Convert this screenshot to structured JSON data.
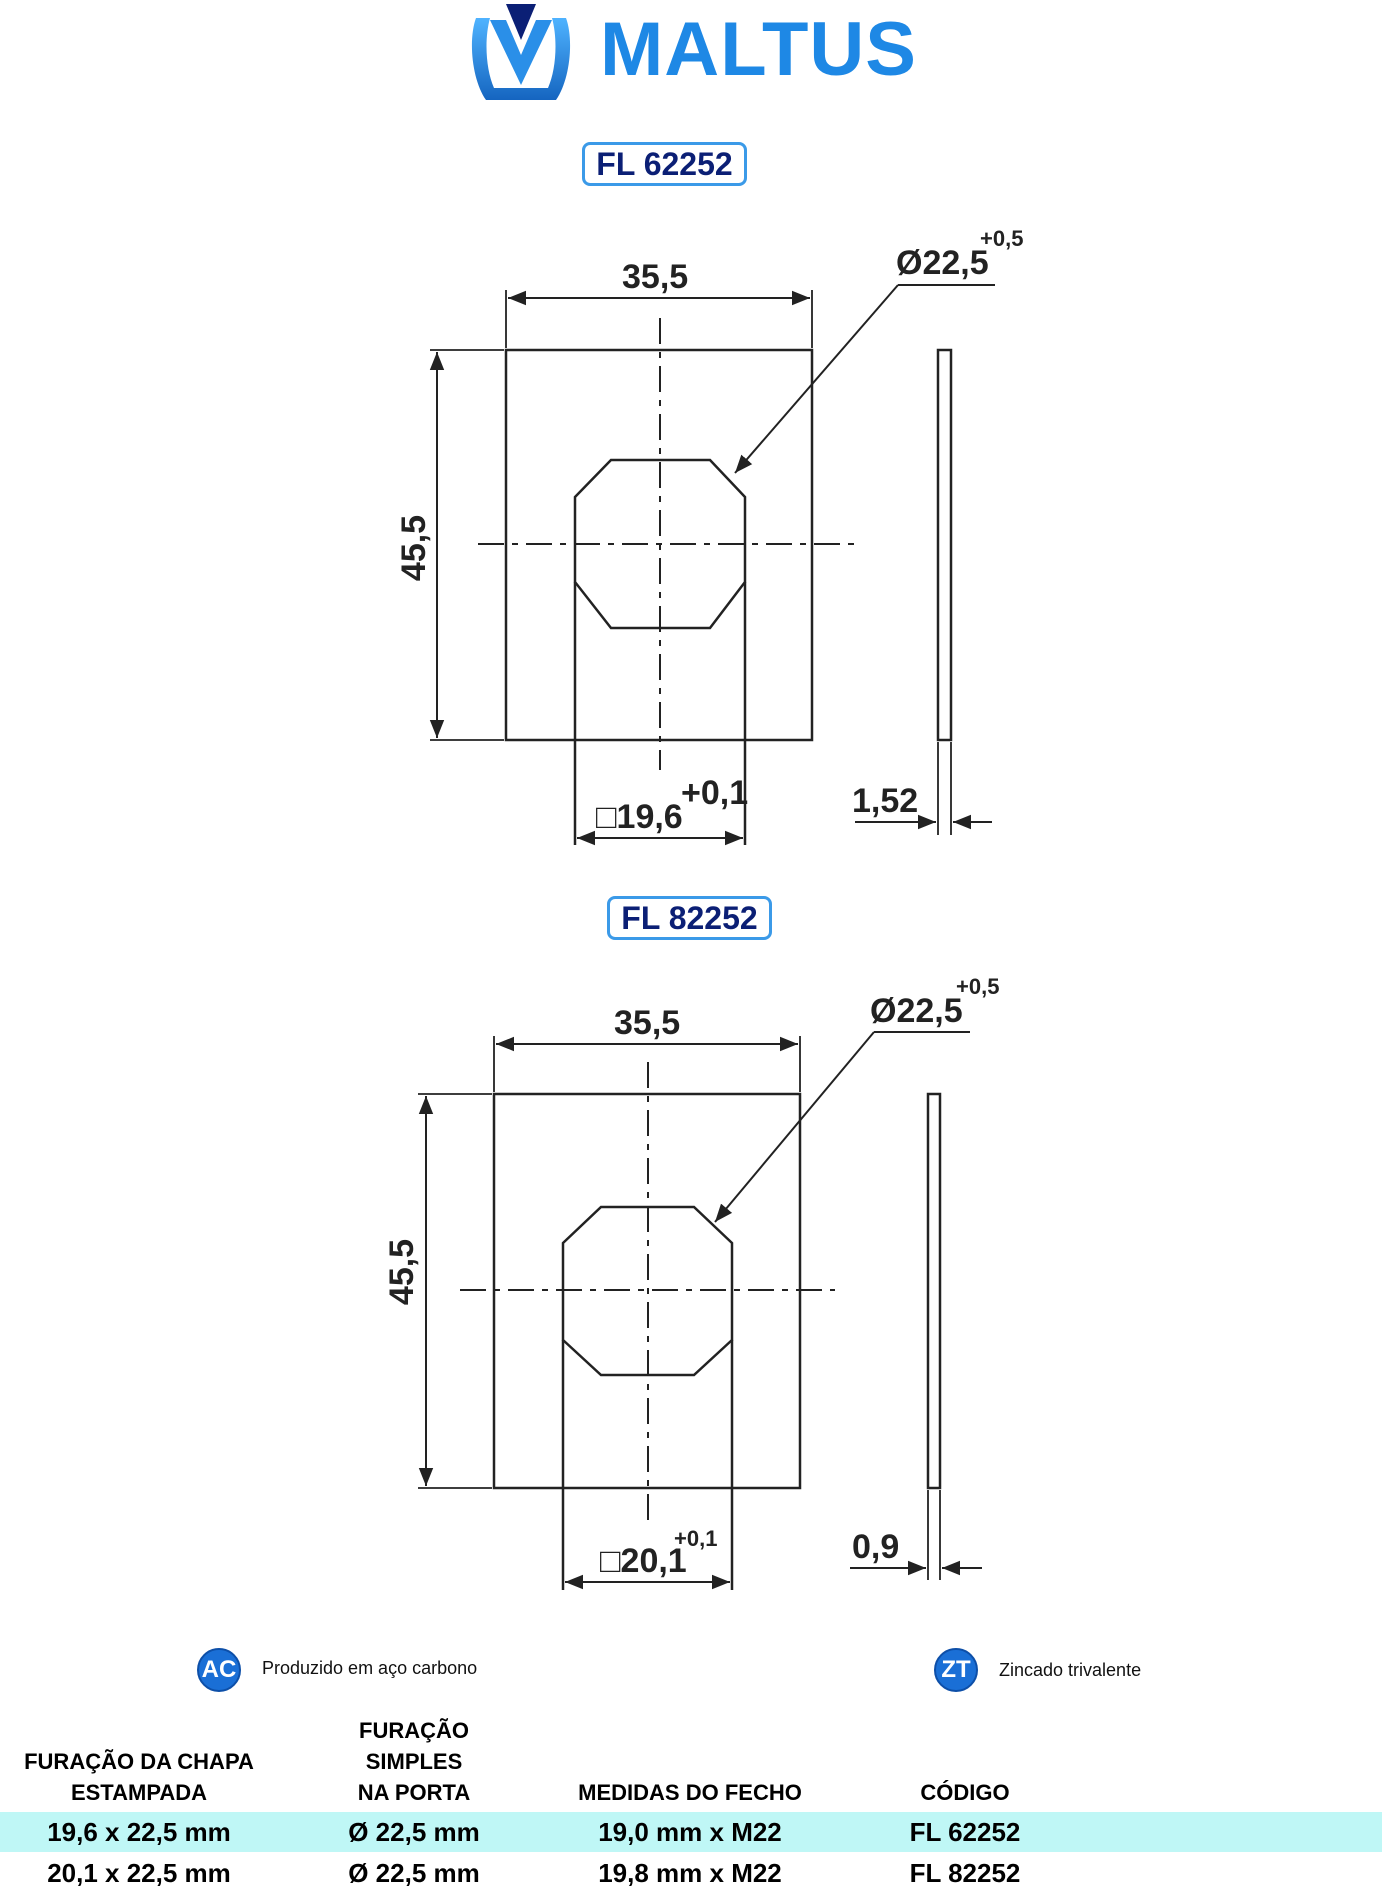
{
  "brand": {
    "name": "MALTUS",
    "logo_icon": "maltus-m-shield-icon",
    "color": "#1e88e5"
  },
  "drawings": [
    {
      "model": "FL 62252",
      "width_dim": "35,5",
      "height_dim": "45,5",
      "hole_dia": "Ø22,5",
      "hole_tol": "+0,5",
      "square": "□19,6",
      "square_tol": "+0,1",
      "thickness": "1,52"
    },
    {
      "model": "FL 82252",
      "width_dim": "35,5",
      "height_dim": "45,5",
      "hole_dia": "Ø22,5",
      "hole_tol": "+0,5",
      "square": "□20,1",
      "square_tol": "+0,1",
      "thickness": "0,9"
    }
  ],
  "materials": [
    {
      "badge": "AC",
      "label": "Produzido em aço carbono"
    },
    {
      "badge": "ZT",
      "label": "Zincado trivalente"
    }
  ],
  "table": {
    "headers": [
      {
        "line1": "FURAÇÃO DA CHAPA",
        "line2": "ESTAMPADA"
      },
      {
        "line0": "FURAÇÃO",
        "line1": "SIMPLES",
        "line2": "NA PORTA"
      },
      {
        "line2": "MEDIDAS DO FECHO"
      },
      {
        "line2": "CÓDIGO"
      }
    ],
    "rows": [
      [
        "19,6 x 22,5 mm",
        "Ø 22,5 mm",
        "19,0 mm x M22",
        "FL 62252"
      ],
      [
        "20,1 x 22,5 mm",
        "Ø 22,5 mm",
        "19,8 mm x M22",
        "FL 82252"
      ]
    ],
    "highlight_color": "#bff7f6"
  }
}
